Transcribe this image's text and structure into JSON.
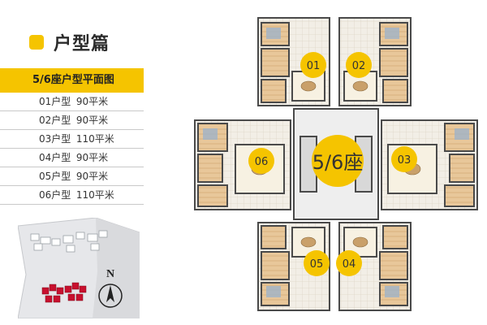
{
  "header": {
    "title": "户型篇",
    "accent_color": "#f5c400"
  },
  "table": {
    "heading": "5/6座户型平面图",
    "rows": [
      {
        "code": "01户型",
        "area": "90平米"
      },
      {
        "code": "02户型",
        "area": "90平米"
      },
      {
        "code": "03户型",
        "area": "110平米"
      },
      {
        "code": "04户型",
        "area": "90平米"
      },
      {
        "code": "05户型",
        "area": "90平米"
      },
      {
        "code": "06户型",
        "area": "110平米"
      }
    ]
  },
  "compass": {
    "label": "N"
  },
  "floorplan": {
    "block_label": "5/6座",
    "units": [
      "01",
      "02",
      "03",
      "04",
      "05",
      "06"
    ]
  }
}
